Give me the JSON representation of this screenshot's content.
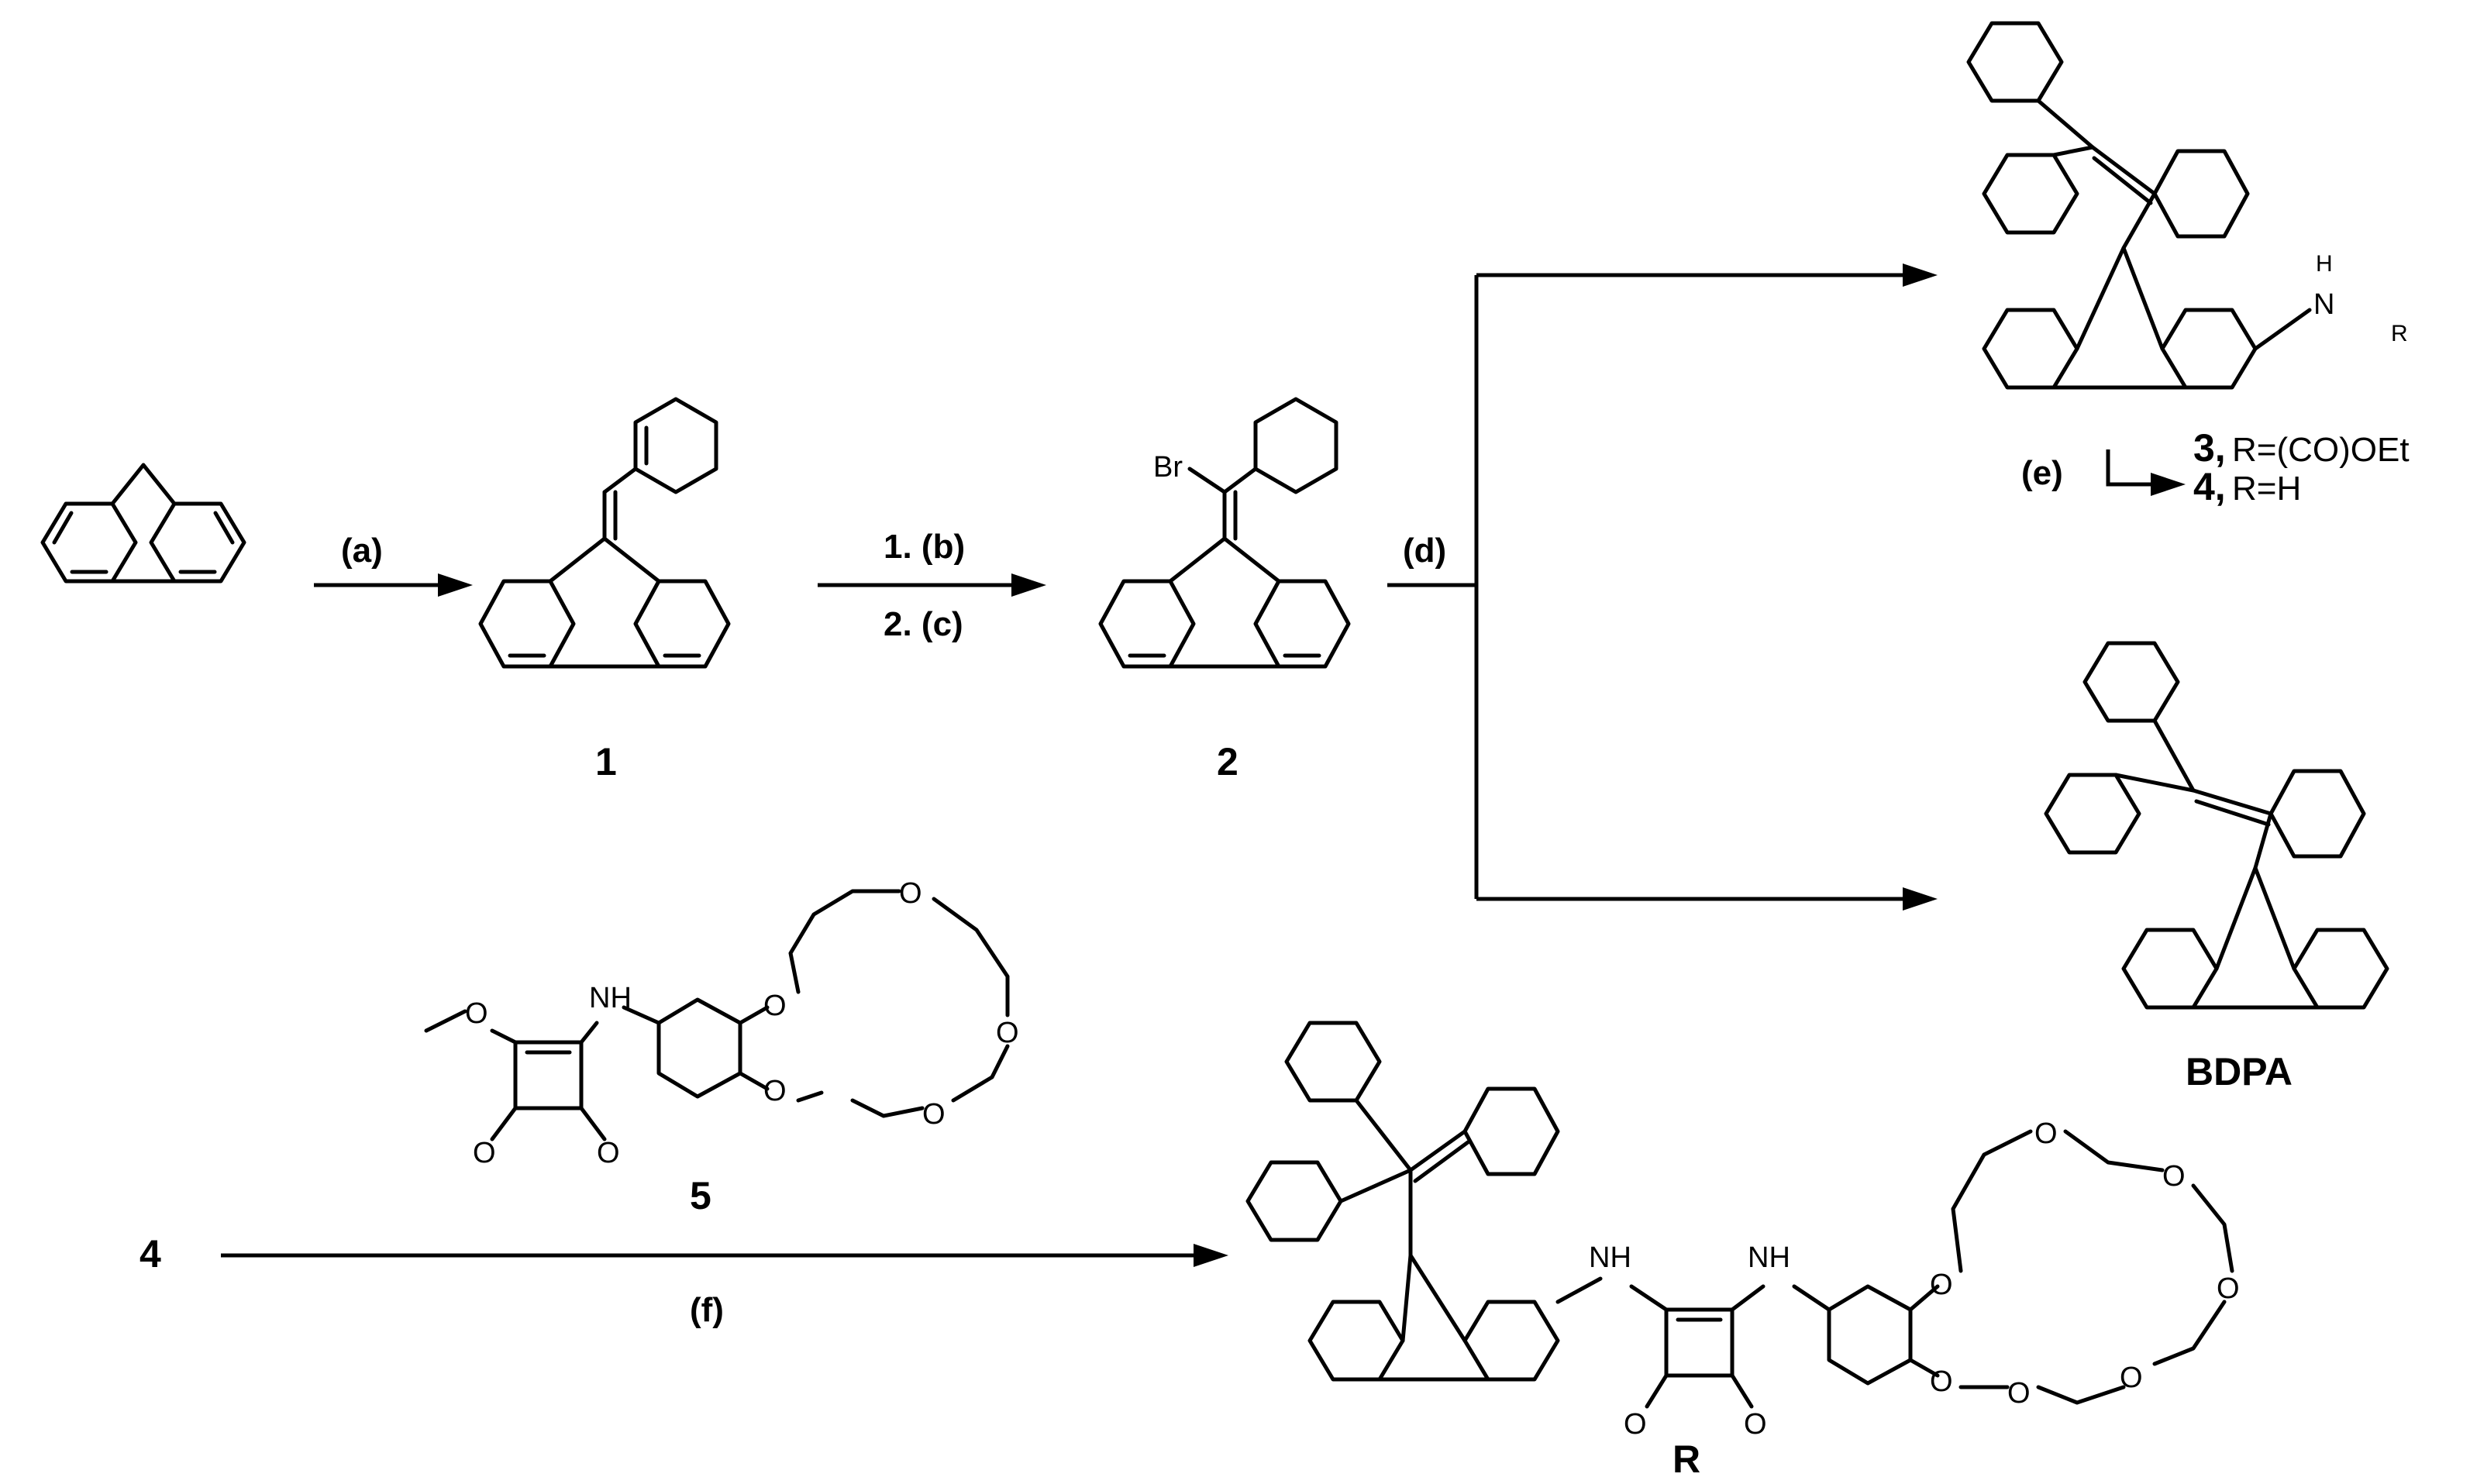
{
  "conditions": {
    "a": "(a)",
    "b": "1. (b)",
    "c": "2. (c)",
    "d": "(d)",
    "e": "(e)",
    "f": "(f)"
  },
  "compounds": {
    "c1": "1",
    "c2": "2",
    "c3_num": "3,",
    "c3_r": "R=(CO)OEt",
    "c4_num": "4,",
    "c4_r": "R=H",
    "c5": "5",
    "bdpa": "BDPA",
    "r": "R",
    "start4": "4"
  },
  "atoms": {
    "br": "Br",
    "n": "N",
    "h": "H",
    "nh": "NH",
    "r_sub": "R",
    "o": "O"
  }
}
